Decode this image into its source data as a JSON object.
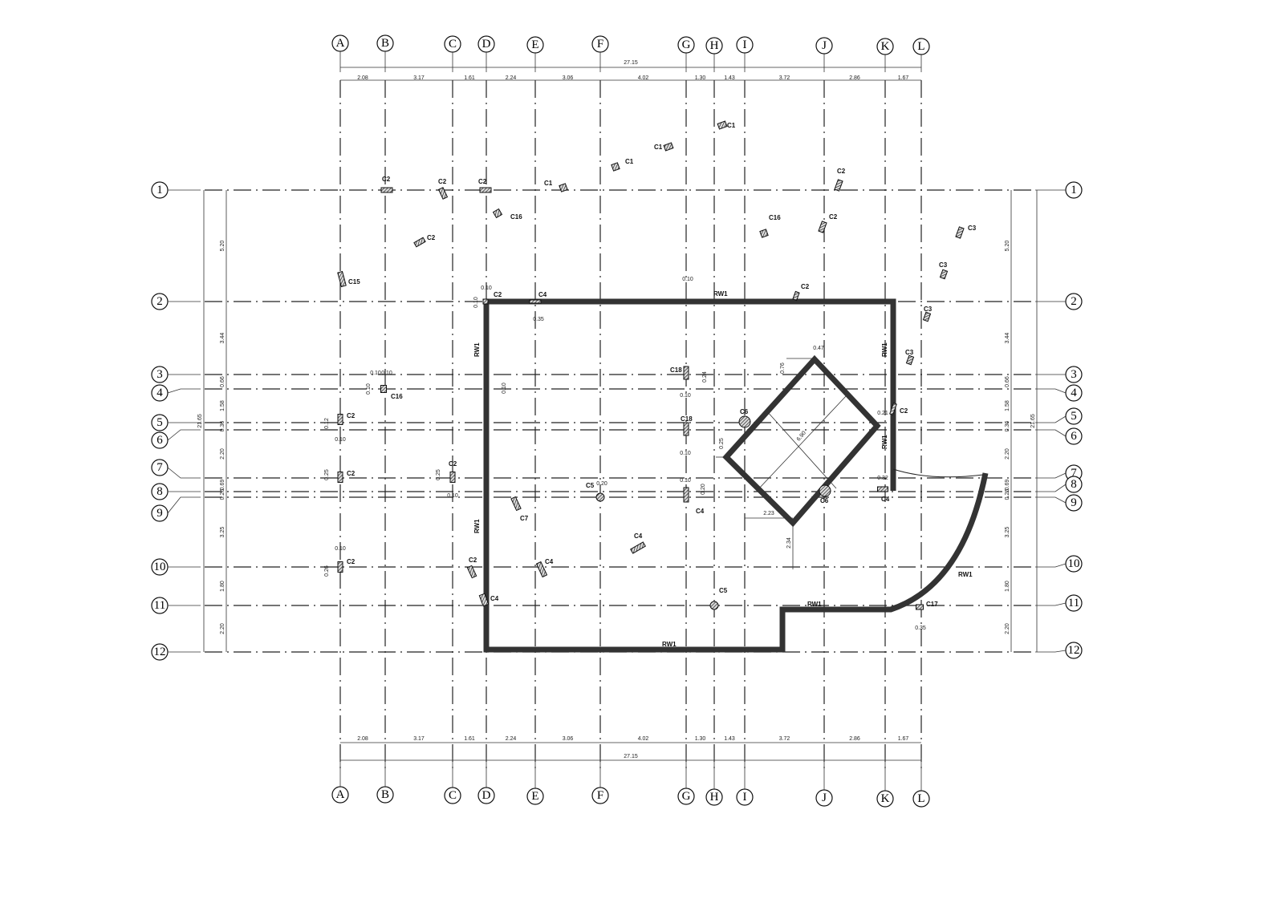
{
  "grid_columns": [
    "A",
    "B",
    "C",
    "D",
    "E",
    "F",
    "G",
    "H",
    "I",
    "J",
    "K",
    "L"
  ],
  "grid_rows": [
    "1",
    "2",
    "3",
    "4",
    "5",
    "6",
    "7",
    "8",
    "9",
    "10",
    "11",
    "12"
  ],
  "column_spacings": [
    "2.08",
    "3.17",
    "1.61",
    "2.24",
    "3.06",
    "4.02",
    "1.30",
    "1.43",
    "3.72",
    "2.86",
    "1.67"
  ],
  "total_width": "27.15",
  "row_spacings": [
    "5.20",
    "3.44",
    "0.66",
    "1.58",
    "0.36",
    "2.20",
    "0.69",
    "0.26",
    "3.25",
    "1.80",
    "2.20"
  ],
  "total_height": "21.65",
  "columns": [
    "C1",
    "C1",
    "C1",
    "C1",
    "C2",
    "C2",
    "C2",
    "C16",
    "C2",
    "C15",
    "C2",
    "C2",
    "C16",
    "C3",
    "C3",
    "C3",
    "C3",
    "C2",
    "C18",
    "C16",
    "C2",
    "C18",
    "C2",
    "C2",
    "C7",
    "C4",
    "C4",
    "C4",
    "C2",
    "C2",
    "C4",
    "C17",
    "C4",
    "C2",
    "C2",
    "C4"
  ],
  "round_columns": [
    "C5",
    "C5",
    "C6",
    "C6"
  ],
  "wall_labels": [
    "RW1",
    "RW1",
    "RW1",
    "RW1",
    "RW1",
    "RW1",
    "RW1",
    "RW1"
  ],
  "annotations": [
    "0.10",
    "0.10",
    "0.35",
    "0.10",
    "0.24",
    "0.10",
    "0.10",
    "0.10",
    "0.10",
    "0.12",
    "0.10",
    "0.10",
    "0.25",
    "0.25",
    "0.10",
    "0.10",
    "0.20",
    "0.10",
    "0.20",
    "0.10",
    "0.26",
    "0.35",
    "0.47",
    "0.76",
    "0.25",
    "2.23",
    "2.34",
    "0.21",
    "0.32",
    "6.90"
  ]
}
